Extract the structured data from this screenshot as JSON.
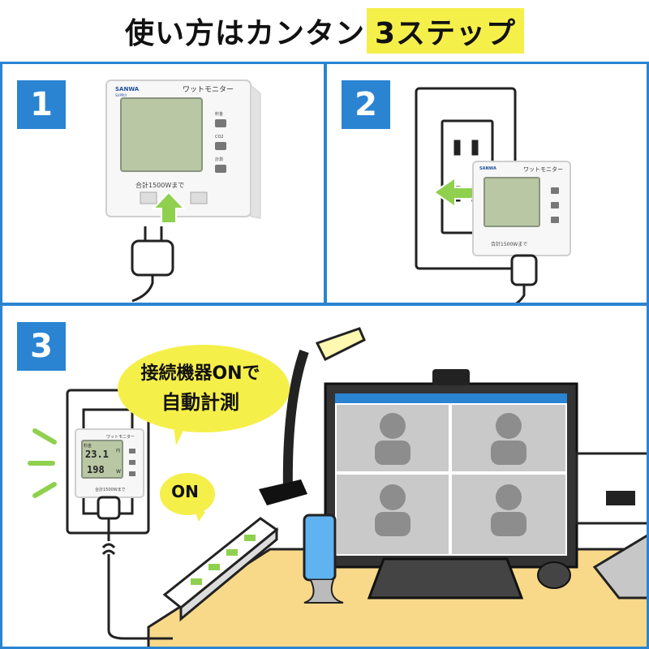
{
  "title": {
    "main": "使い方はカンタン",
    "highlight": "3ステップ"
  },
  "steps": [
    {
      "number": "1"
    },
    {
      "number": "2"
    },
    {
      "number": "3"
    }
  ],
  "device": {
    "brand": "SANWA",
    "brand_sub": "SUPPLY",
    "name": "ワットモニター",
    "buttons": [
      "料金",
      "CO2",
      "計測"
    ],
    "limit_text": "合計1500Wまで"
  },
  "display": {
    "line1": "23.1",
    "line1_unit": "円",
    "line2": "198",
    "line2_unit": "W",
    "label": "料金"
  },
  "bubble": {
    "line1": "接続機器ONで",
    "line2": "自動計測"
  },
  "on_bubble": {
    "text": "ON"
  },
  "colors": {
    "accent": "#2a84d2",
    "highlight": "#f5ef4a",
    "arrow": "#8fd14f",
    "desk": "#f8d98a",
    "lcd": "#b9c7a4"
  }
}
